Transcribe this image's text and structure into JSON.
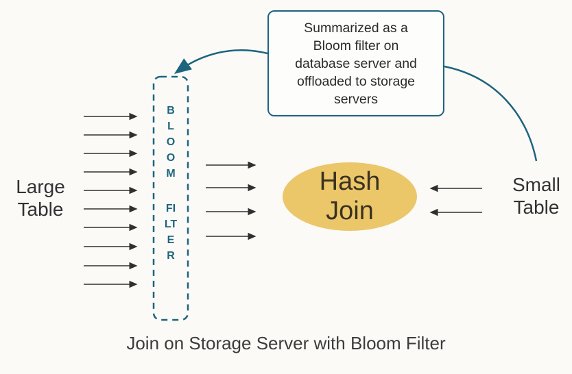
{
  "diagram": {
    "caption": "Join on Storage Server with Bloom Filter",
    "callout": {
      "lines": [
        "Summarized as a",
        "Bloom filter on",
        "database server and",
        "offloaded to storage",
        "servers"
      ]
    },
    "bloom_filter": {
      "word1": "BLOOM",
      "word2": "FILTER"
    },
    "hash_join": {
      "line1": "Hash",
      "line2": "Join"
    },
    "large_table": {
      "line1": "Large",
      "line2": "Table"
    },
    "small_table": {
      "line1": "Small",
      "line2": "Table"
    },
    "arrows": {
      "large_table_to_bloom_count": 10,
      "bloom_to_hash_join_count": 4,
      "small_table_to_hash_join_count": 2
    },
    "colors": {
      "accent_teal": "#1d647e",
      "ellipse_gold": "#ebc76a",
      "arrow_black": "#2f2f2f",
      "background": "#fbfaf7",
      "text_dark": "#2b2b2b"
    }
  }
}
